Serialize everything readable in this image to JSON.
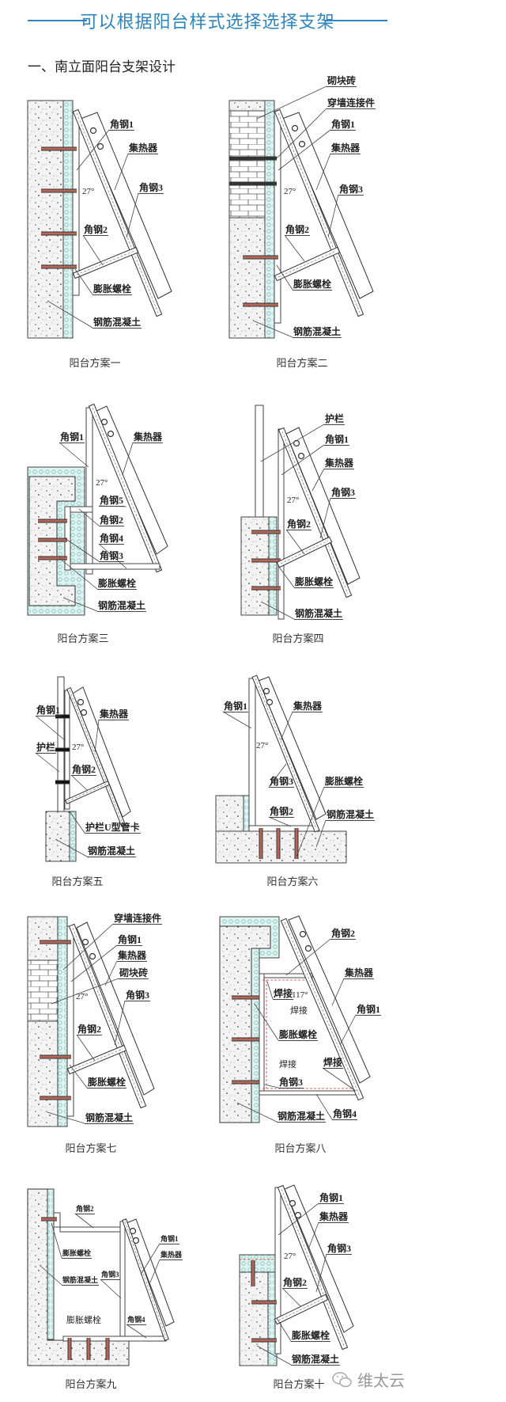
{
  "header": {
    "title": "可以根据阳台样式选择选择支架"
  },
  "section": {
    "heading": "一、南立面阳台支架设计"
  },
  "diagrams": [
    {
      "caption": "阳台方案一",
      "labels": {
        "a1": "角钢1",
        "col": "集热器",
        "a3": "角钢3",
        "a2": "角钢2",
        "bolt": "膨胀螺栓",
        "conc": "钢筋混凝土",
        "angle": "27°"
      }
    },
    {
      "caption": "阳台方案二",
      "labels": {
        "brick": "砌块砖",
        "conn": "穿墙连接件",
        "a1": "角钢1",
        "col": "集热器",
        "a3": "角钢3",
        "a2": "角钢2",
        "bolt": "膨胀螺栓",
        "conc": "钢筋混凝土",
        "angle": "27°"
      }
    },
    {
      "caption": "阳台方案三",
      "labels": {
        "a1": "角钢1",
        "col": "集热器",
        "angle": "27°",
        "a5": "角钢5",
        "a2": "角钢2",
        "a4": "角钢4",
        "a3": "角钢3",
        "bolt": "膨胀螺栓",
        "conc": "钢筋混凝土"
      }
    },
    {
      "caption": "阳台方案四",
      "labels": {
        "rail": "护栏",
        "a1": "角钢1",
        "col": "集热器",
        "a3": "角钢3",
        "a2": "角钢2",
        "bolt": "膨胀螺栓",
        "conc": "钢筋混凝土",
        "angle": "27°"
      }
    },
    {
      "caption": "阳台方案五",
      "labels": {
        "a1": "角钢1",
        "col": "集热器",
        "rail": "护栏",
        "a2": "角钢2",
        "clamp": "护栏U型管卡",
        "conc": "钢筋混凝土",
        "angle": "27°"
      }
    },
    {
      "caption": "阳台方案六",
      "labels": {
        "a1": "角钢1",
        "col": "集热器",
        "angle": "27°",
        "a3": "角钢3",
        "bolt": "膨胀螺栓",
        "a2": "角钢2",
        "conc": "钢筋混凝土"
      }
    },
    {
      "caption": "阳台方案七",
      "labels": {
        "conn": "穿墙连接件",
        "a1": "角钢1",
        "col": "集热器",
        "brick": "砌块砖",
        "angle": "27°",
        "a3": "角钢3",
        "a2": "角钢2",
        "bolt": "膨胀螺栓",
        "conc": "钢筋混凝土"
      }
    },
    {
      "caption": "阳台方案八",
      "labels": {
        "a2": "角钢2",
        "col": "集热器",
        "weld1": "焊接",
        "angle": "117°",
        "weld2": "焊接",
        "a1": "角钢1",
        "bolt": "膨胀螺栓",
        "weld3": "焊接",
        "weld4": "焊接",
        "a3": "角钢3",
        "a4": "角钢4",
        "conc": "钢筋混凝土"
      }
    },
    {
      "caption": "阳台方案九",
      "labels": {
        "a2": "角钢2",
        "bolt": "膨胀螺栓",
        "a1": "角钢1",
        "col": "集热器",
        "a3": "角钢3",
        "conc": "钢筋混凝土",
        "bolt2": "膨胀螺栓",
        "a4": "角钢4"
      }
    },
    {
      "caption": "阳台方案十",
      "labels": {
        "a1": "角钢1",
        "col": "集热器",
        "angle": "27°",
        "a3": "角钢3",
        "a2": "角钢2",
        "bolt": "膨胀螺栓",
        "conc": "钢筋混凝土"
      }
    }
  ],
  "watermark": {
    "text": "维太云",
    "icon": "wechat-icon"
  },
  "colors": {
    "accent": "#2e86c1",
    "bolt": "#b5685a",
    "insulation": "#dff2f0"
  }
}
